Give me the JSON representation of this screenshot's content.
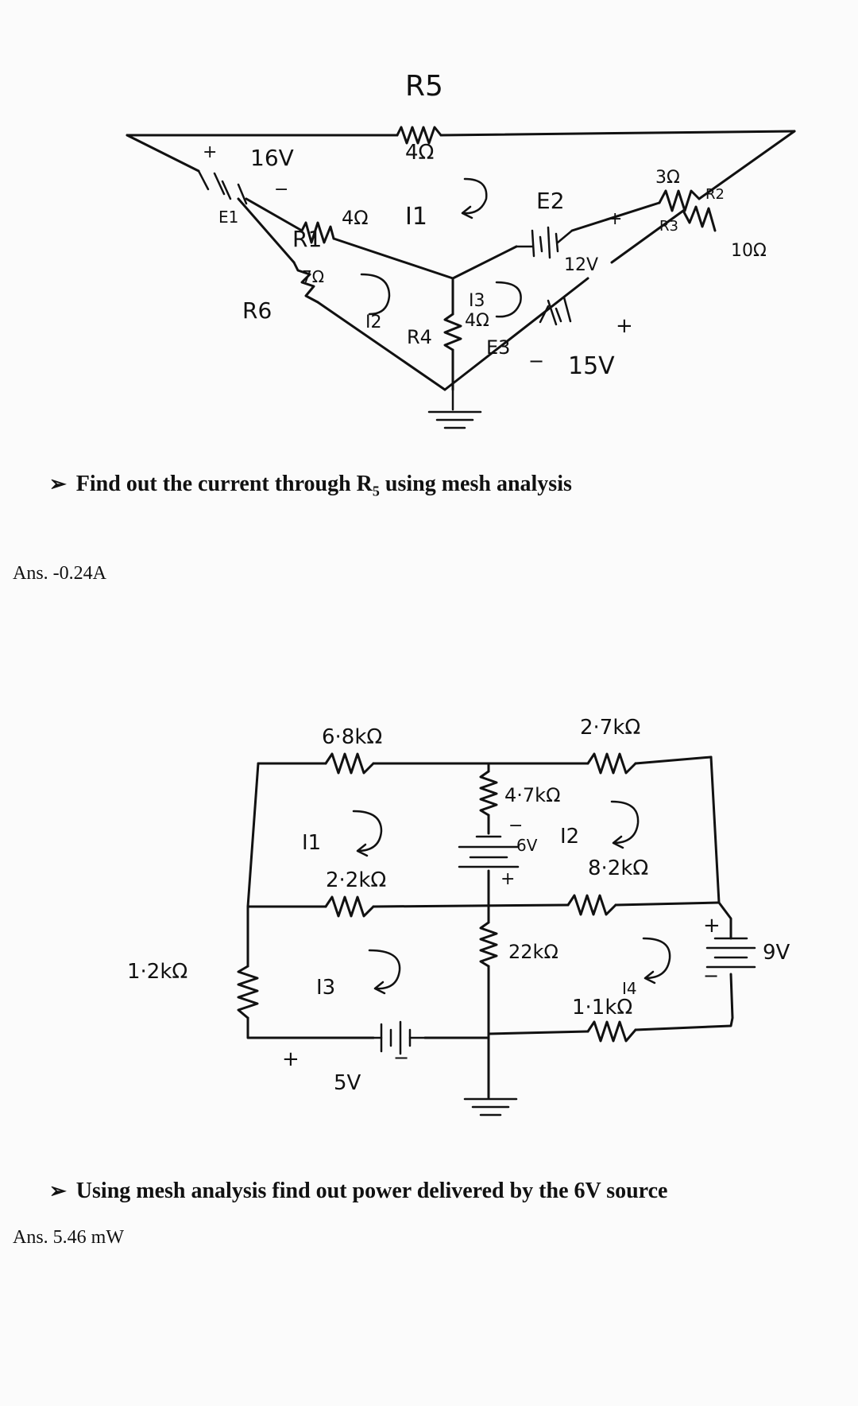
{
  "circuit1": {
    "r5_label": "R5",
    "r5_value": "4Ω",
    "e1_voltage": "16V",
    "e1_label": "E1",
    "r1_value": "4Ω",
    "r1_label": "R1",
    "i1_label": "I1",
    "e2_label": "E2",
    "e2_voltage": "12V",
    "r2_value": "3Ω",
    "r2_label": "R2",
    "r3_label": "R3",
    "r3_value": "10Ω",
    "r6_value": "7Ω",
    "r6_label": "R6",
    "i2_label": "I2",
    "i3_label": "I3",
    "r4_label": "R4",
    "r4_value": "4Ω",
    "e3_label": "E3",
    "e3_voltage": "15V"
  },
  "question1": {
    "bullet": "➢",
    "text_before": "Find out the current through R",
    "subscript": "5",
    "text_after": " using mesh analysis"
  },
  "answer1": "Ans.  -0.24A",
  "circuit2": {
    "r_top_left": "6·8kΩ",
    "r_top_right": "2·7kΩ",
    "r_vertical_top": "4·7kΩ",
    "source_6v": "6V",
    "i1_label": "I1",
    "i2_label": "I2",
    "r_mid_left": "2·2kΩ",
    "r_mid_right": "8·2kΩ",
    "r_left": "1·2kΩ",
    "i3_label": "I3",
    "r_vertical_bottom": "22kΩ",
    "i4_label": "I4",
    "source_9v": "9V",
    "r_bottom_right": "1·1kΩ",
    "source_5v": "5V"
  },
  "question2": {
    "bullet": "➢",
    "text": "Using mesh analysis find out power delivered by the 6V source"
  },
  "answer2": "Ans. 5.46 mW"
}
